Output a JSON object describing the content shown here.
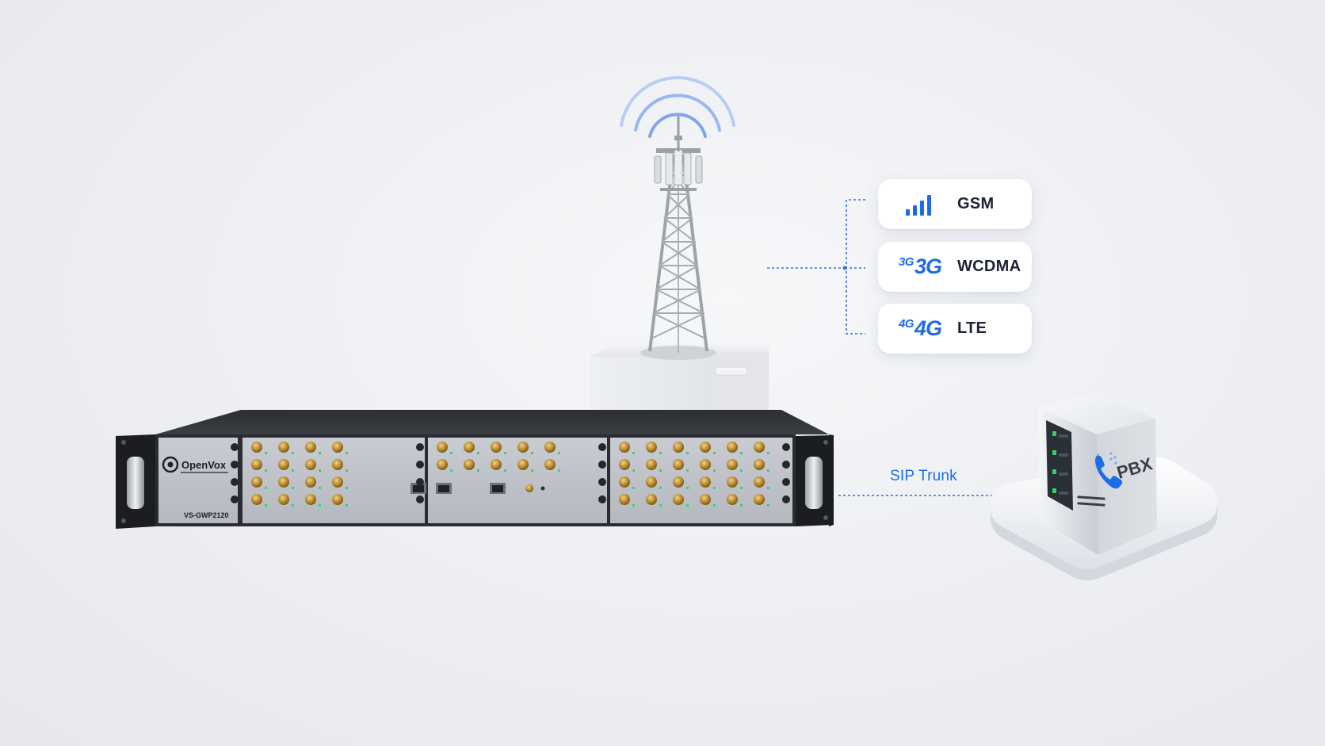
{
  "networks": [
    {
      "label": "GSM",
      "icon": "signal-bars-icon"
    },
    {
      "gen_small": "3G",
      "gen_big": "3G",
      "label": "WCDMA"
    },
    {
      "gen_small": "4G",
      "gen_big": "4G",
      "label": "LTE"
    }
  ],
  "sip_trunk_label": "SIP Trunk",
  "gateway": {
    "brand": "OpenVox",
    "model": "VS-GWP2120"
  },
  "pbx": {
    "label": "PBX"
  },
  "colors": {
    "accent": "#1e6be6",
    "background": "#eceef2"
  }
}
